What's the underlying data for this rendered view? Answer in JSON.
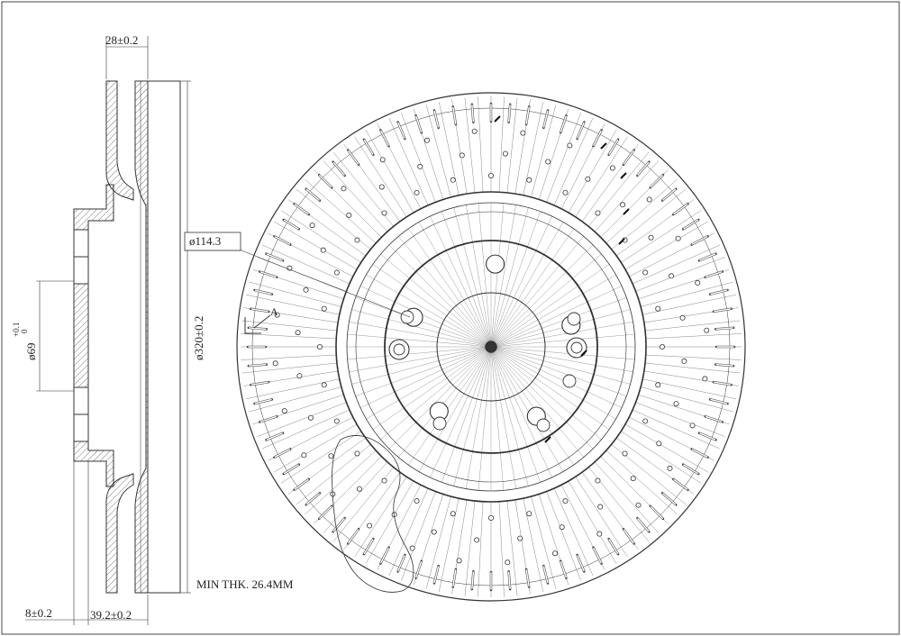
{
  "dimensions": {
    "overall_thickness": "28±0.2",
    "bolt_circle": "ø114.3",
    "bore_main": "ø69",
    "bore_tol_upper": "+0.1",
    "bore_tol_lower": "0",
    "outer_diameter": "ø320±0.2",
    "hat_flange": "8±0.2",
    "offset": "39.2±0.2",
    "min_thickness": "MIN THK. 26.4MM"
  },
  "section_marker": "A",
  "style": {
    "line_color": "#333333",
    "hatch_color": "#555555"
  }
}
